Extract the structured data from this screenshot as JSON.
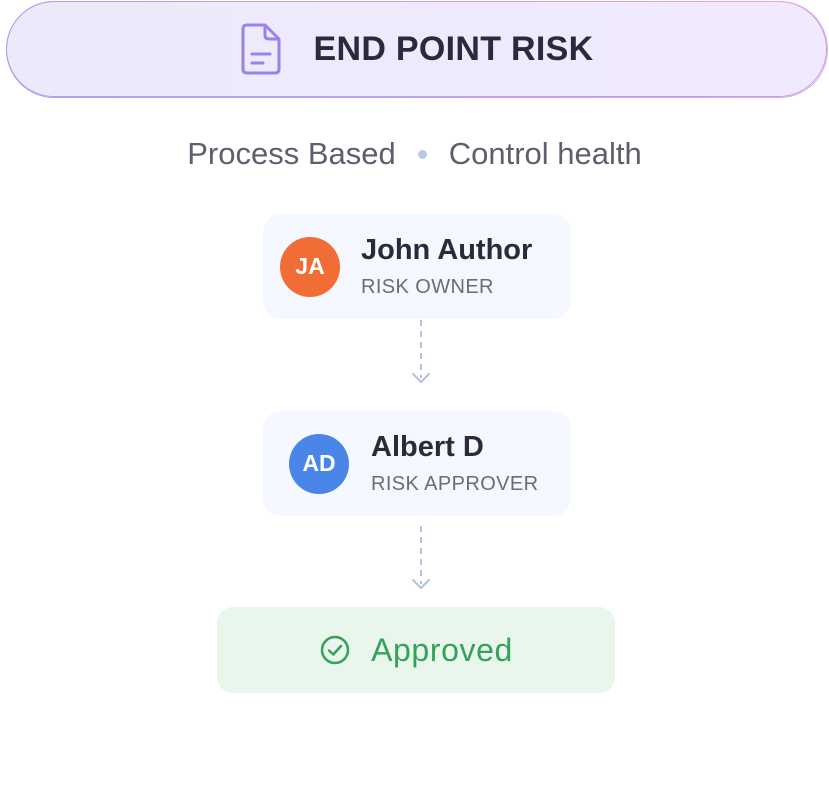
{
  "header": {
    "title": "END POINT RISK",
    "icon": "document-icon",
    "accent_color": "#9b82e8"
  },
  "subtitle": {
    "left": "Process Based",
    "right": "Control health"
  },
  "workflow": [
    {
      "initials": "JA",
      "name": "John Author",
      "role": "RISK OWNER",
      "avatar_color": "#f26d35"
    },
    {
      "initials": "AD",
      "name": "Albert D",
      "role": "RISK APPROVER",
      "avatar_color": "#4a86e8"
    }
  ],
  "status": {
    "label": "Approved",
    "icon": "check-circle-icon",
    "color": "#34a25a"
  }
}
